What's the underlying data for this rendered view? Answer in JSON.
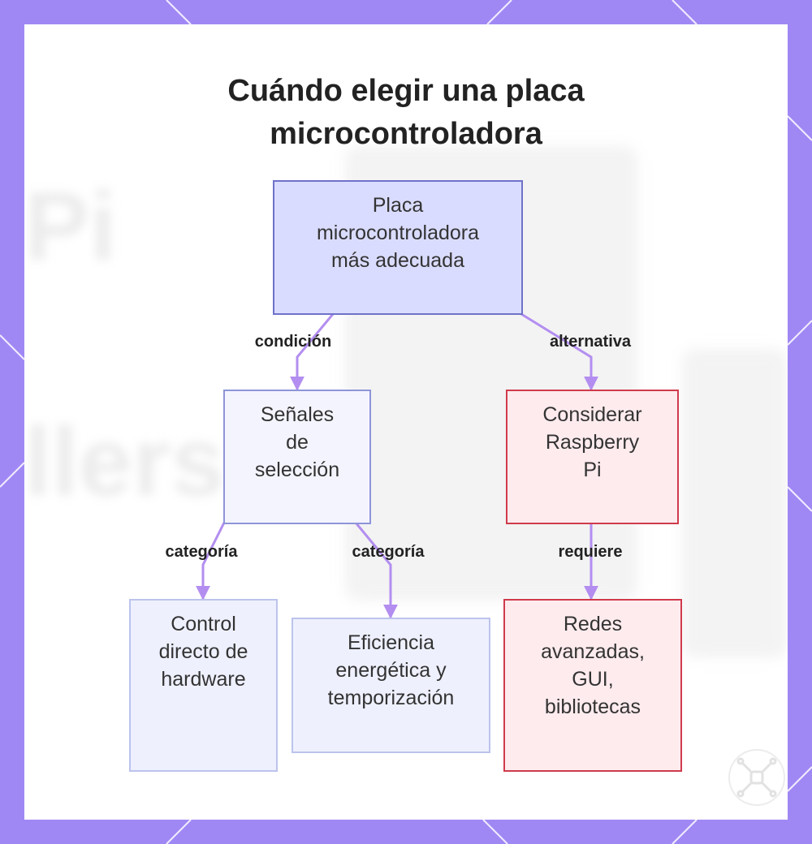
{
  "title_lines": [
    "Cuándo elegir una placa",
    "microcontroladora"
  ],
  "background_text": [
    "Pi",
    "llers"
  ],
  "nodes": {
    "root": [
      "Placa",
      "microcontroladora",
      "más adecuada"
    ],
    "signals": [
      "Señales",
      "de",
      "selección"
    ],
    "raspberry": [
      "Considerar",
      "Raspberry",
      "Pi"
    ],
    "hardware": [
      "Control",
      "directo de",
      "hardware"
    ],
    "efficiency": [
      "Eficiencia",
      "energética y",
      "temporización"
    ],
    "networks": [
      "Redes",
      "avanzadas,",
      "GUI,",
      "bibliotecas"
    ]
  },
  "edge_labels": {
    "root_signals": "condición",
    "root_raspberry": "alternativa",
    "signals_hardware": "categoría",
    "signals_efficiency": "categoría",
    "raspberry_networks": "requiere"
  },
  "colors": {
    "frame": "#a088f4",
    "edge": "#b38ef0",
    "primary_node": "#dadcff",
    "alternative_node": "#feebee",
    "alternative_border": "#cf3b4c"
  }
}
